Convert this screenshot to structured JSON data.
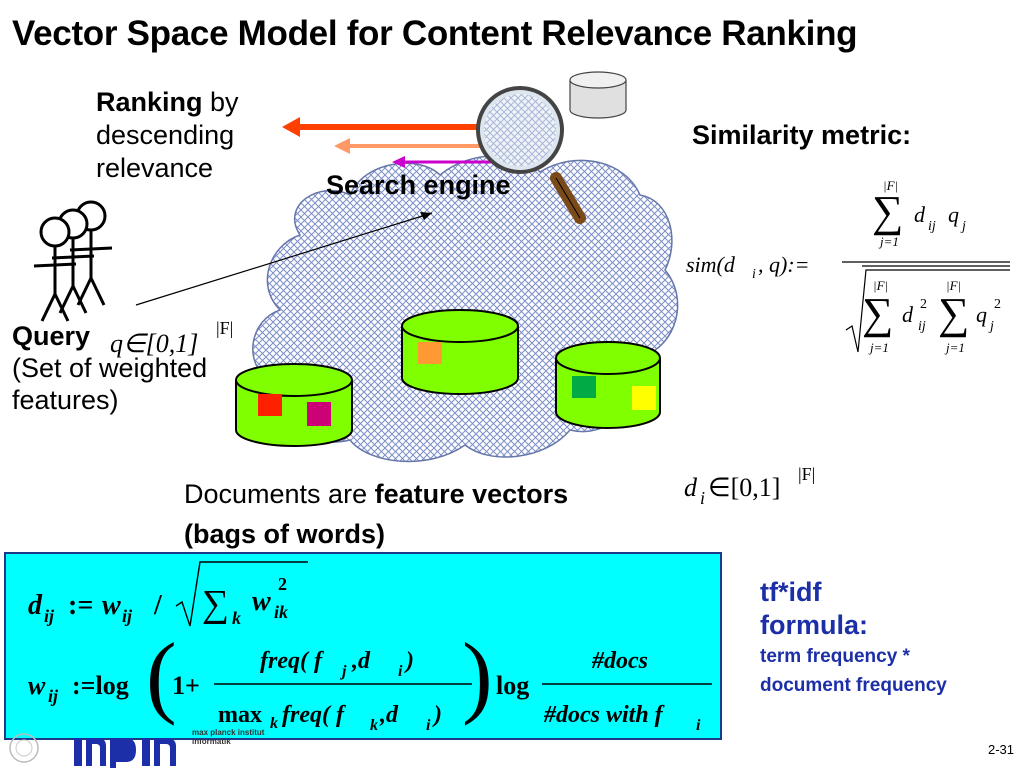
{
  "title": "Vector Space Model for Content Relevance Ranking",
  "ranking": {
    "bold": "Ranking",
    "rest1": " by",
    "line2": "descending",
    "line3": "relevance"
  },
  "search_engine": "Search engine",
  "similarity_label": "Similarity metric:",
  "query": {
    "bold": "Query",
    "line2": "(Set of weighted",
    "line3": "features)"
  },
  "documents": {
    "prefix": "Documents are ",
    "bold": "feature vectors",
    "line2": "(bags of words)"
  },
  "tfidf": {
    "line1": "tf*idf",
    "line2": "formula:",
    "line3": "term frequency *",
    "line4": "document frequency"
  },
  "page_number": "2-31",
  "logo": {
    "lines": [
      "max planck institut",
      "informatik"
    ]
  },
  "formulas": {
    "query_vec": "q∈[0,1]",
    "query_exp": "|F|",
    "doc_vec_d": "d",
    "doc_vec_i": "i",
    "doc_vec_rest": " ∈[0,1]",
    "doc_vec_exp": "|F|",
    "sim_lhs": "sim(d",
    "sim_lhs_i": "i",
    "sim_lhs_rest": ", q):=",
    "sum_top": "|F|",
    "sum_bottom": "j=1",
    "num_d": "d",
    "num_d_sub": "ij",
    "num_q": "q",
    "num_q_sub": "j",
    "den_d": "d",
    "den_d_sub": "ij",
    "den_q": "q",
    "den_q_sub": "j",
    "square": "2",
    "dij_lhs": "d",
    "dij_sub": "ij",
    "dij_assign": ":=",
    "dij_w": "w",
    "dij_w_sub": "ij",
    "dij_slash": "/",
    "sigma": "∑",
    "sigma_sub": "k",
    "wik": "w",
    "wik_sub": "ik",
    "wij_lhs": "w",
    "wij_sub": "ij",
    "wij_assign": ":=log",
    "one_plus": "1+",
    "freq_num": "freq( f",
    "freq_num_j": "j",
    "freq_num_rest": " ,d",
    "freq_num_i": "i",
    "freq_num_close": " )",
    "max": "max",
    "max_k": "k",
    "freq_den": " freq( f",
    "freq_den_k": "k",
    "freq_den_rest": " ,d",
    "freq_den_i": "i",
    "freq_den_close": " )",
    "log2": "log",
    "docs_num": "#docs",
    "docs_den": "#docs with f",
    "docs_den_i": "i"
  },
  "colors": {
    "cloud": "#7b8ec7",
    "cylinder": "#7fff00",
    "arrow1": "#ff4000",
    "arrow2": "#ff9966",
    "arrow3": "#cc00cc",
    "tfidf": "#1c2fa8",
    "formula_box": "#00ffff"
  }
}
